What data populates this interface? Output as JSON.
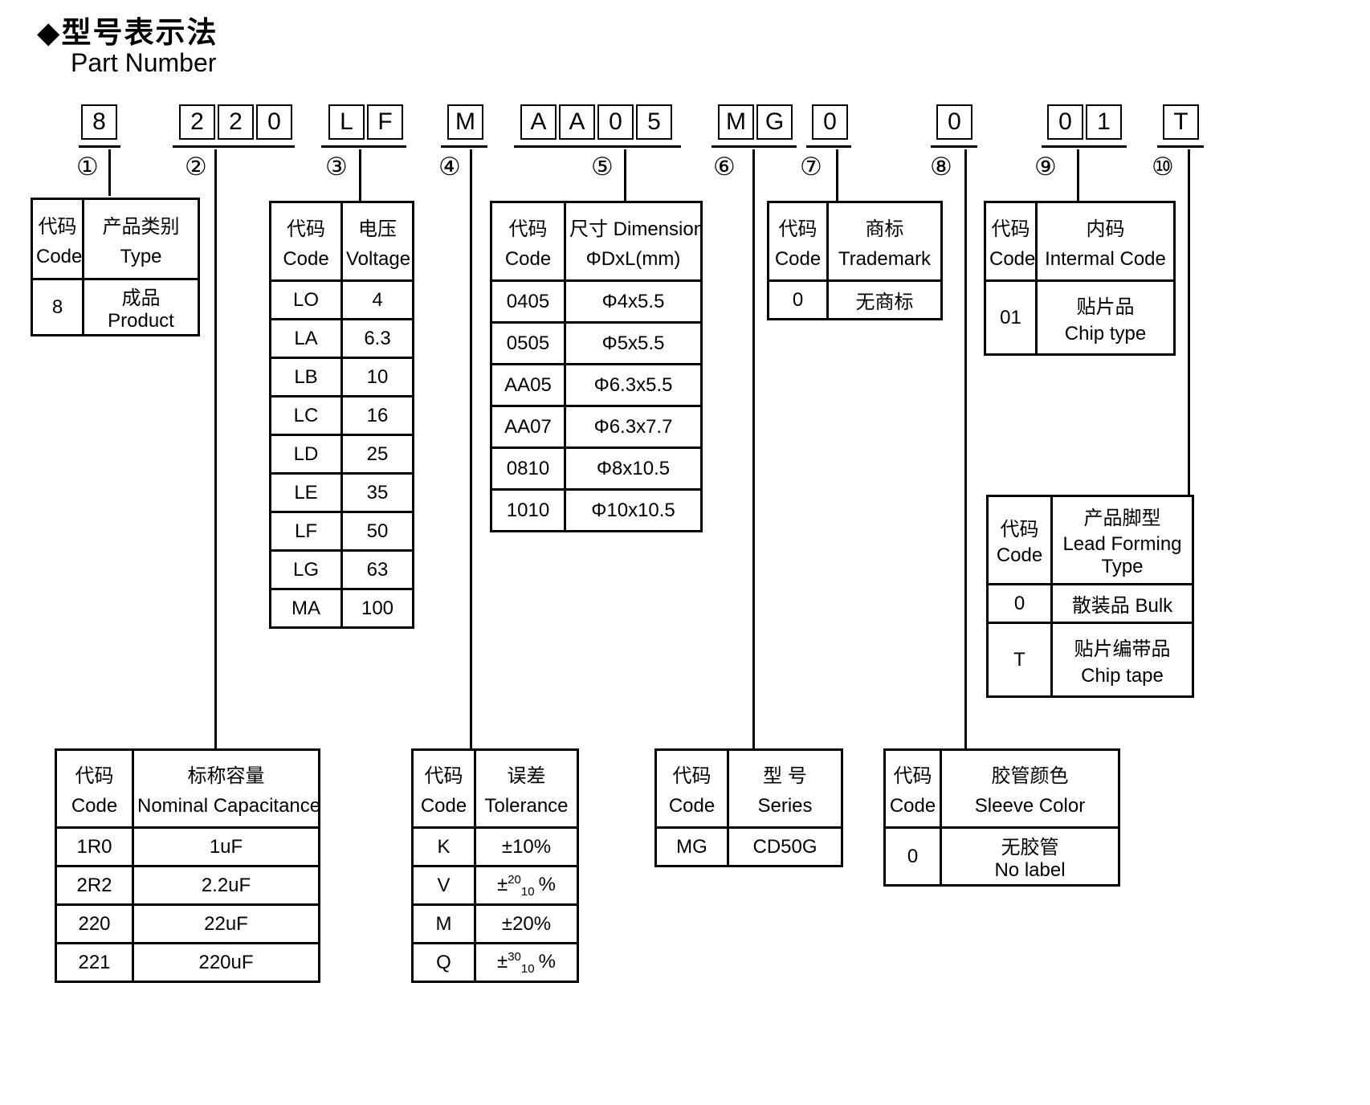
{
  "title": {
    "zh": "◆型号表示法",
    "en": "Part Number"
  },
  "colors": {
    "ink": "#000000",
    "background": "#ffffff"
  },
  "part_number": {
    "groups": [
      {
        "marker": "①",
        "chars": [
          "8"
        ]
      },
      {
        "marker": "②",
        "chars": [
          "2",
          "2",
          "0"
        ]
      },
      {
        "marker": "③",
        "chars": [
          "L",
          "F"
        ]
      },
      {
        "marker": "④",
        "chars": [
          "M"
        ]
      },
      {
        "marker": "⑤",
        "chars": [
          "A",
          "A",
          "0",
          "5"
        ]
      },
      {
        "marker": "⑥",
        "chars": [
          "M",
          "G"
        ]
      },
      {
        "marker": "⑦",
        "chars": [
          "0"
        ]
      },
      {
        "marker": "⑧",
        "chars": [
          "0"
        ]
      },
      {
        "marker": "⑨",
        "chars": [
          "0",
          "1"
        ]
      },
      {
        "marker": "⑩",
        "chars": [
          "T"
        ]
      }
    ]
  },
  "tables": {
    "product_type": {
      "header": {
        "code_zh": "代码",
        "code_en": "Code",
        "name_zh": "产品类别",
        "name_en": "Type"
      },
      "rows": [
        {
          "code": "8",
          "value": "成品 Product"
        }
      ]
    },
    "capacitance": {
      "header": {
        "code_zh": "代码",
        "code_en": "Code",
        "name_zh": "标称容量",
        "name_en": "Nominal Capacitance"
      },
      "rows": [
        {
          "code": "1R0",
          "value": "1uF"
        },
        {
          "code": "2R2",
          "value": "2.2uF"
        },
        {
          "code": "220",
          "value": "22uF"
        },
        {
          "code": "221",
          "value": "220uF"
        }
      ]
    },
    "voltage": {
      "header": {
        "code_zh": "代码",
        "code_en": "Code",
        "name_zh": "电压",
        "name_en": "Voltage"
      },
      "rows": [
        {
          "code": "LO",
          "value": "4"
        },
        {
          "code": "LA",
          "value": "6.3"
        },
        {
          "code": "LB",
          "value": "10"
        },
        {
          "code": "LC",
          "value": "16"
        },
        {
          "code": "LD",
          "value": "25"
        },
        {
          "code": "LE",
          "value": "35"
        },
        {
          "code": "LF",
          "value": "50"
        },
        {
          "code": "LG",
          "value": "63"
        },
        {
          "code": "MA",
          "value": "100"
        }
      ]
    },
    "tolerance": {
      "header": {
        "code_zh": "代码",
        "code_en": "Code",
        "name_zh": "误差",
        "name_en": "Tolerance"
      },
      "rows": [
        {
          "code": "K",
          "value": "±10%"
        },
        {
          "code": "V",
          "pm": "±",
          "sup": "20",
          "sub": "10",
          "suffix": "%"
        },
        {
          "code": "M",
          "value": "±20%"
        },
        {
          "code": "Q",
          "pm": "±",
          "sup": "30",
          "sub": "10",
          "suffix": "%"
        }
      ]
    },
    "dimensions": {
      "header": {
        "code_zh": "代码",
        "code_en": "Code",
        "name_zh": "尺寸 Dimensions",
        "name_en": "ΦDxL(mm)"
      },
      "rows": [
        {
          "code": "0405",
          "value": "Φ4x5.5"
        },
        {
          "code": "0505",
          "value": "Φ5x5.5"
        },
        {
          "code": "AA05",
          "value": "Φ6.3x5.5"
        },
        {
          "code": "AA07",
          "value": "Φ6.3x7.7"
        },
        {
          "code": "0810",
          "value": "Φ8x10.5"
        },
        {
          "code": "1010",
          "value": "Φ10x10.5"
        }
      ]
    },
    "series": {
      "header": {
        "code_zh": "代码",
        "code_en": "Code",
        "name_zh": "型 号",
        "name_en": "Series"
      },
      "rows": [
        {
          "code": "MG",
          "value": "CD50G"
        }
      ]
    },
    "trademark": {
      "header": {
        "code_zh": "代码",
        "code_en": "Code",
        "name_zh": "商标",
        "name_en": "Trademark"
      },
      "rows": [
        {
          "code": "0",
          "value": "无商标"
        }
      ]
    },
    "sleeve_color": {
      "header": {
        "code_zh": "代码",
        "code_en": "Code",
        "name_zh": "胶管颜色",
        "name_en": "Sleeve Color"
      },
      "rows": [
        {
          "code": "0",
          "value_zh": "无胶管",
          "value_en": "No label"
        }
      ]
    },
    "internal_code": {
      "header": {
        "code_zh": "代码",
        "code_en": "Code",
        "name_zh": "内码",
        "name_en": "Intermal Code"
      },
      "rows": [
        {
          "code": "01",
          "value_zh": "贴片品",
          "value_en": "Chip type"
        }
      ]
    },
    "lead_forming": {
      "header": {
        "code_zh": "代码",
        "code_en": "Code",
        "name_zh": "产品脚型",
        "name_en": "Lead Forming Type"
      },
      "rows": [
        {
          "code": "0",
          "value": "散装品 Bulk"
        },
        {
          "code": "T",
          "value_zh": "贴片编带品",
          "value_en": "Chip tape"
        }
      ]
    }
  }
}
